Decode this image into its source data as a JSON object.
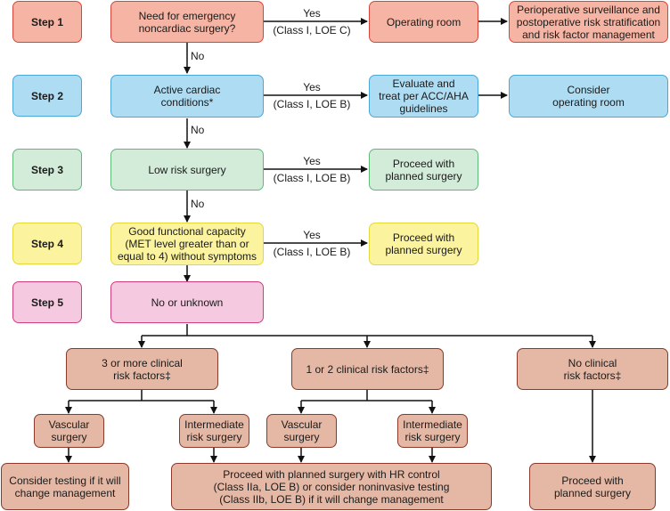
{
  "steps": {
    "s1": "Step 1",
    "s2": "Step 2",
    "s3": "Step 3",
    "s4": "Step 4",
    "s5": "Step 5"
  },
  "nodes": {
    "q1": "Need for emergency\nnoncardiac surgery?",
    "operating_room": "Operating room",
    "periop": "Perioperative surveillance and\npostoperative risk stratification\nand risk factor management",
    "q2": "Active cardiac\nconditions*",
    "evaluate": "Evaluate and\ntreat per ACC/AHA\nguidelines",
    "consider_or": "Consider\noperating room",
    "q3": "Low risk surgery",
    "proceed3": "Proceed with\nplanned surgery",
    "q4": "Good functional capacity\n(MET level greater than or\nequal to 4) without symptoms",
    "proceed4": "Proceed with\nplanned surgery",
    "q5": "No or unknown",
    "risk3": "3 or more clinical\nrisk factors‡",
    "risk12": "1 or 2 clinical risk factors‡",
    "risk0": "No clinical\nrisk factors‡",
    "vasc1": "Vascular\nsurgery",
    "inter1": "Intermediate\nrisk surgery",
    "vasc2": "Vascular\nsurgery",
    "inter2": "Intermediate\nrisk surgery",
    "testing": "Consider testing if it will\nchange management",
    "hr_control": "Proceed with planned surgery with HR control\n(Class IIa, LOE B) or consider noninvasive testing\n(Class IIb, LOE B) if it will change management",
    "proceed_final": "Proceed with\nplanned surgery"
  },
  "edge_labels": {
    "yes1": "Yes",
    "class1": "(Class I, LOE C)",
    "yes2": "Yes",
    "class2": "(Class I, LOE B)",
    "yes3": "Yes",
    "class3": "(Class I, LOE B)",
    "yes4": "Yes",
    "class4": "(Class I, LOE B)",
    "no1": "No",
    "no2": "No",
    "no3": "No"
  }
}
